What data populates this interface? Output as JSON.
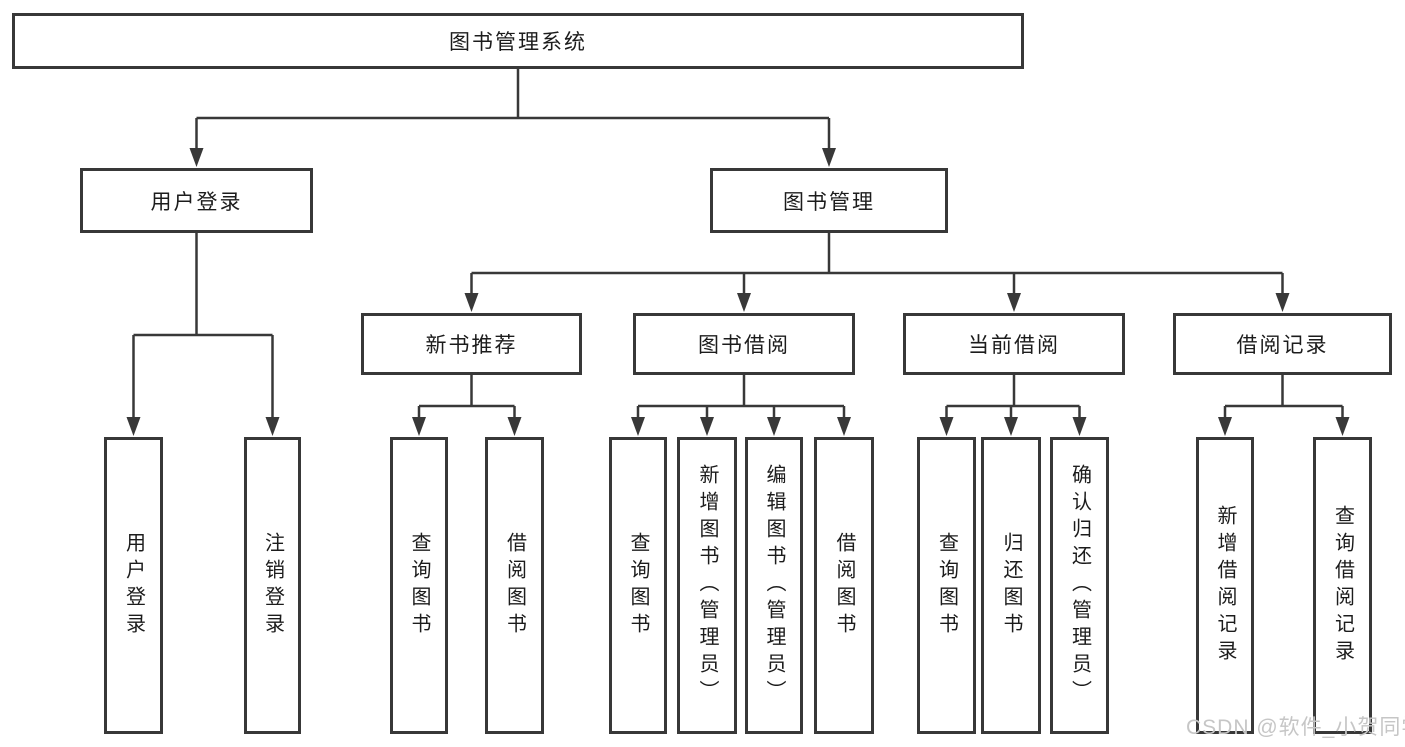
{
  "diagram": {
    "title": "图书管理系统",
    "nodes": [
      {
        "id": "root",
        "label": "图书管理系统",
        "orientation": "horizontal"
      },
      {
        "id": "user-login",
        "label": "用户登录",
        "orientation": "horizontal"
      },
      {
        "id": "book-mgmt",
        "label": "图书管理",
        "orientation": "horizontal"
      },
      {
        "id": "new-book-rec",
        "label": "新书推荐",
        "orientation": "horizontal"
      },
      {
        "id": "book-borrow",
        "label": "图书借阅",
        "orientation": "horizontal"
      },
      {
        "id": "current-borrow",
        "label": "当前借阅",
        "orientation": "horizontal"
      },
      {
        "id": "borrow-records",
        "label": "借阅记录",
        "orientation": "horizontal"
      },
      {
        "id": "leaf-user-login",
        "label": "用户登录",
        "orientation": "vertical"
      },
      {
        "id": "leaf-logout",
        "label": "注销登录",
        "orientation": "vertical"
      },
      {
        "id": "leaf-nbr-query",
        "label": "查询图书",
        "orientation": "vertical"
      },
      {
        "id": "leaf-nbr-borrow",
        "label": "借阅图书",
        "orientation": "vertical"
      },
      {
        "id": "leaf-bb-query",
        "label": "查询图书",
        "orientation": "vertical"
      },
      {
        "id": "leaf-bb-add",
        "label": "新增图书（管理员）",
        "orientation": "vertical"
      },
      {
        "id": "leaf-bb-edit",
        "label": "编辑图书（管理员）",
        "orientation": "vertical"
      },
      {
        "id": "leaf-bb-borrow",
        "label": "借阅图书",
        "orientation": "vertical"
      },
      {
        "id": "leaf-cb-query",
        "label": "查询图书",
        "orientation": "vertical"
      },
      {
        "id": "leaf-cb-return",
        "label": "归还图书",
        "orientation": "vertical"
      },
      {
        "id": "leaf-cb-confirm",
        "label": "确认归还（管理员）",
        "orientation": "vertical"
      },
      {
        "id": "leaf-br-add",
        "label": "新增借阅记录",
        "orientation": "vertical"
      },
      {
        "id": "leaf-br-query",
        "label": "查询借阅记录",
        "orientation": "vertical"
      }
    ],
    "edges": [
      [
        "root",
        "user-login"
      ],
      [
        "root",
        "book-mgmt"
      ],
      [
        "user-login",
        "leaf-user-login"
      ],
      [
        "user-login",
        "leaf-logout"
      ],
      [
        "book-mgmt",
        "new-book-rec"
      ],
      [
        "book-mgmt",
        "book-borrow"
      ],
      [
        "book-mgmt",
        "current-borrow"
      ],
      [
        "book-mgmt",
        "borrow-records"
      ],
      [
        "new-book-rec",
        "leaf-nbr-query"
      ],
      [
        "new-book-rec",
        "leaf-nbr-borrow"
      ],
      [
        "book-borrow",
        "leaf-bb-query"
      ],
      [
        "book-borrow",
        "leaf-bb-add"
      ],
      [
        "book-borrow",
        "leaf-bb-edit"
      ],
      [
        "book-borrow",
        "leaf-bb-borrow"
      ],
      [
        "current-borrow",
        "leaf-cb-query"
      ],
      [
        "current-borrow",
        "leaf-cb-return"
      ],
      [
        "current-borrow",
        "leaf-cb-confirm"
      ],
      [
        "borrow-records",
        "leaf-br-add"
      ],
      [
        "borrow-records",
        "leaf-br-query"
      ]
    ],
    "colors": {
      "line": "#383838",
      "box_border": "#383838",
      "box_background": "#ffffff",
      "text": "#1c1c1c",
      "background": "#ffffff"
    }
  },
  "watermark": {
    "text": "CSDN @软件_小贺同学",
    "color": "#c6c6c6"
  }
}
